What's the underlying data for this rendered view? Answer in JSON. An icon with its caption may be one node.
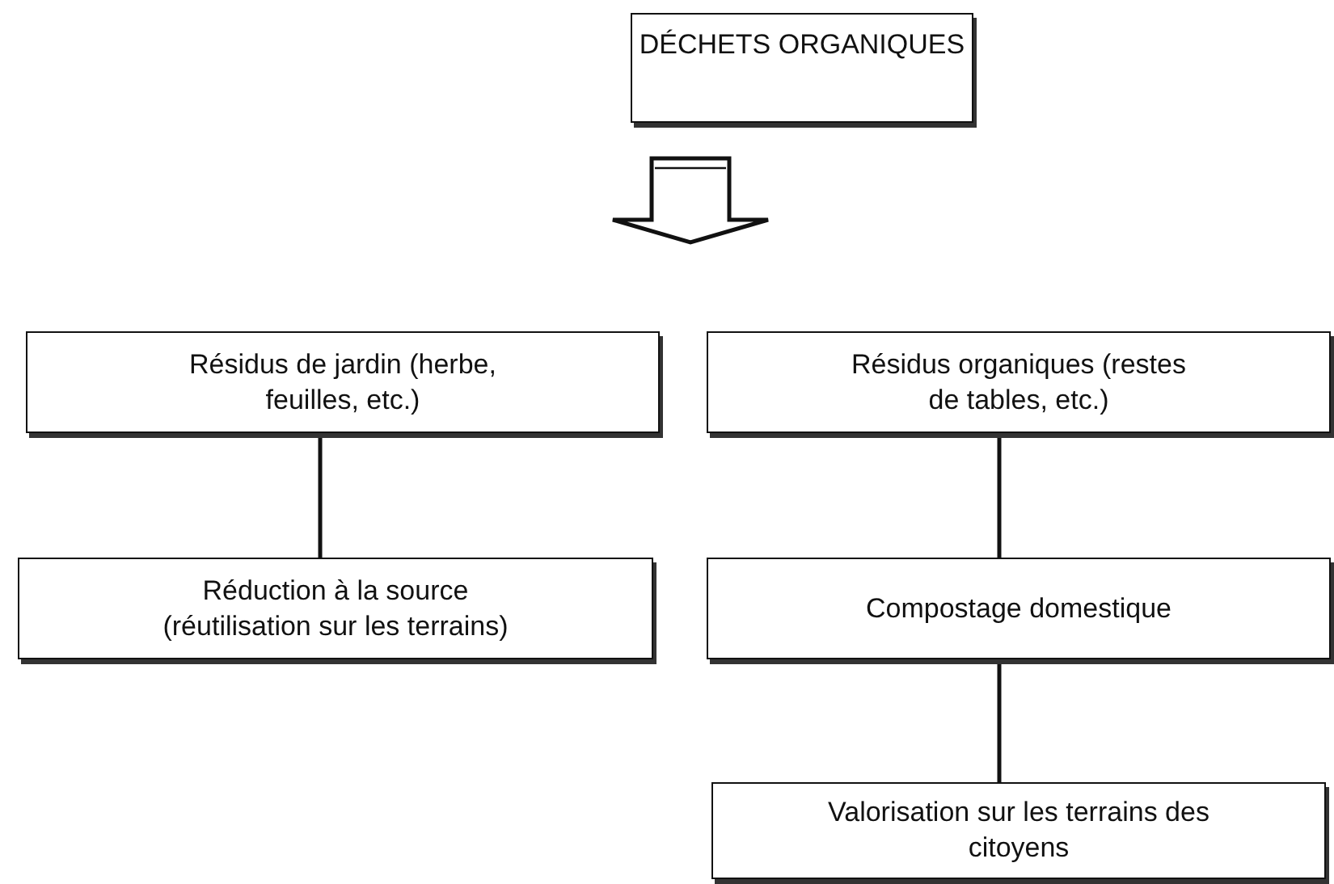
{
  "diagram": {
    "nodes": [
      {
        "text": [
          "DÉCHETS ORGANIQUES"
        ]
      },
      {
        "text": [
          "Résidus de jardin (herbe, feuilles, etc.)"
        ]
      },
      {
        "text": [
          "Résidus organiques (restes de tables, etc.)"
        ]
      },
      {
        "text": [
          "Réduction à la source (réutilisation sur les terrains)"
        ]
      },
      {
        "text": [
          "Compostage domestique"
        ]
      },
      {
        "text": [
          "Valorisation sur les terrains des citoyens"
        ]
      }
    ],
    "edges": [
      {
        "from": 1,
        "to": 3,
        "arrow": "none"
      },
      {
        "from": 2,
        "to": 4,
        "arrow": "none"
      },
      {
        "from": 4,
        "to": 5,
        "arrow": "none"
      }
    ]
  }
}
